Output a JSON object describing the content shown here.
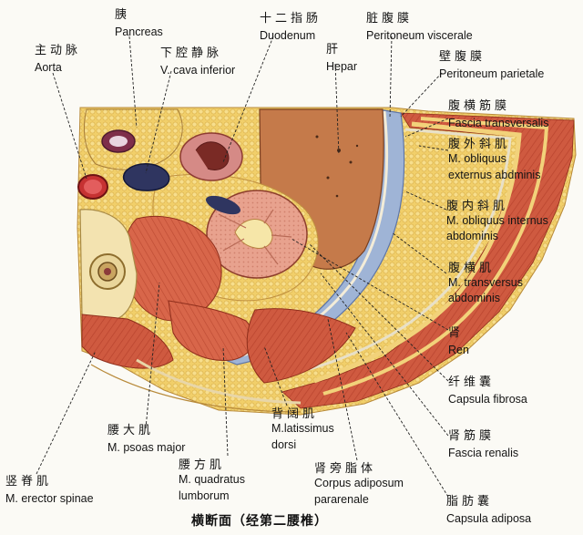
{
  "caption": "横断面（经第二腰椎）",
  "labels": {
    "pancreas": {
      "zh": "胰",
      "la": "Pancreas"
    },
    "duodenum": {
      "zh": "十二指肠",
      "la": "Duodenum"
    },
    "periton_visc": {
      "zh": "脏腹膜",
      "la": "Peritoneum viscerale"
    },
    "aorta": {
      "zh": "主动脉",
      "la": "Aorta"
    },
    "vcava": {
      "zh": "下腔静脉",
      "la": "V. cava inferior"
    },
    "hepar": {
      "zh": "肝",
      "la": "Hepar"
    },
    "periton_par": {
      "zh": "壁腹膜",
      "la": "Peritoneum parietale"
    },
    "fascia_trans": {
      "zh": "腹横筋膜",
      "la": "Fascia transversalis"
    },
    "obl_ext": {
      "zh": "腹外斜肌",
      "la1": "M. obliquus",
      "la2": "externus abdminis"
    },
    "obl_int": {
      "zh": "腹内斜肌",
      "la1": "M. obliquus internus",
      "la2": "abdominis"
    },
    "transv": {
      "zh": "腹横肌",
      "la1": "M. transversus",
      "la2": "abdominis"
    },
    "ren": {
      "zh": "肾",
      "la": "Ren"
    },
    "caps_fib": {
      "zh": "纤维囊",
      "la": "Capsula fibrosa"
    },
    "latiss": {
      "zh": "背阔肌",
      "la1": "M.latissimus",
      "la2": "dorsi"
    },
    "psoas": {
      "zh": "腰大肌",
      "la": "M. psoas major"
    },
    "fascia_ren": {
      "zh": "肾筋膜",
      "la": "Fascia renalis"
    },
    "quadr": {
      "zh": "腰方肌",
      "la1": "M. quadratus",
      "la2": "lumborum"
    },
    "corpus": {
      "zh": "肾旁脂体",
      "la1": "Corpus adiposum",
      "la2": "pararenale"
    },
    "erector": {
      "zh": "竖脊肌",
      "la": "M. erector spinae"
    },
    "caps_adip": {
      "zh": "脂肪囊",
      "la": "Capsula adiposa"
    }
  }
}
